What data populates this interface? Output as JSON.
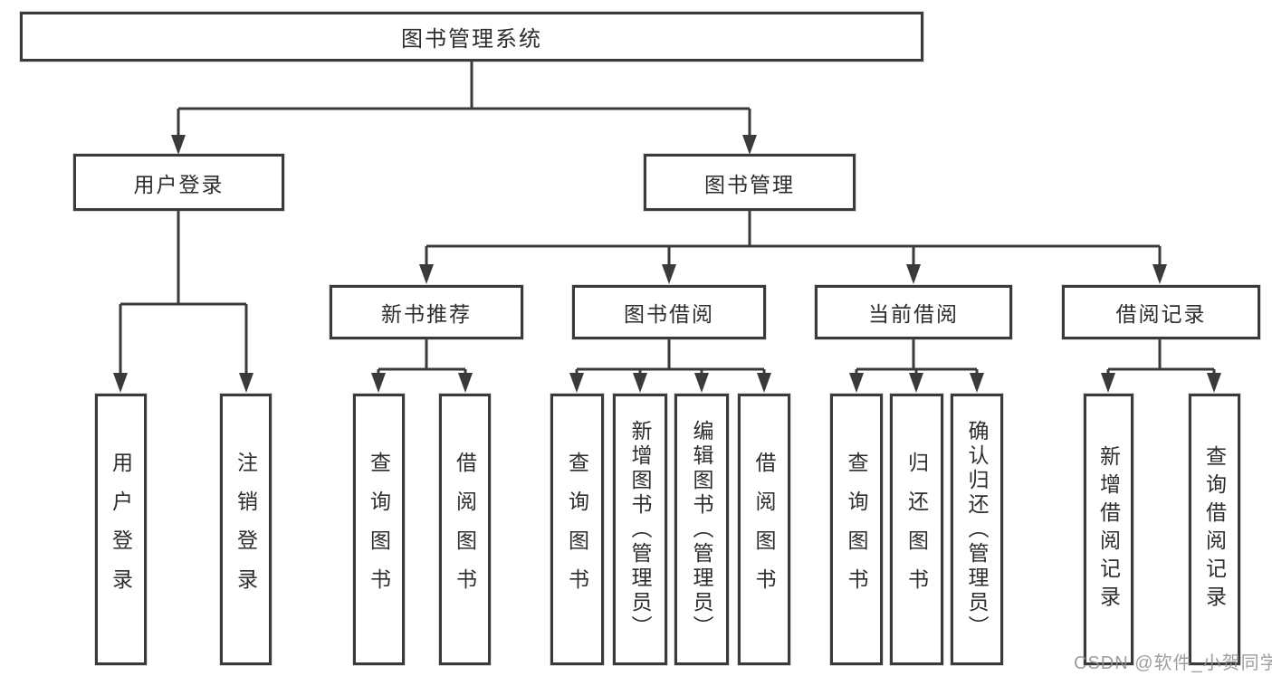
{
  "diagram_title": "图书管理系统",
  "tree": {
    "root": {
      "label": "图书管理系统",
      "children": [
        {
          "label": "用户登录",
          "children": [
            {
              "label": "用户登录"
            },
            {
              "label": "注销登录"
            }
          ]
        },
        {
          "label": "图书管理",
          "children": [
            {
              "label": "新书推荐",
              "children": [
                {
                  "label": "查询图书"
                },
                {
                  "label": "借阅图书"
                }
              ]
            },
            {
              "label": "图书借阅",
              "children": [
                {
                  "label": "查询图书"
                },
                {
                  "label": "新增图书（管理员）"
                },
                {
                  "label": "编辑图书（管理员）"
                },
                {
                  "label": "借阅图书"
                }
              ]
            },
            {
              "label": "当前借阅",
              "children": [
                {
                  "label": "查询图书"
                },
                {
                  "label": "归还图书"
                },
                {
                  "label": "确认归还（管理员）"
                }
              ]
            },
            {
              "label": "借阅记录",
              "children": [
                {
                  "label": "新增借阅记录"
                },
                {
                  "label": "查询借阅记录"
                }
              ]
            }
          ]
        }
      ]
    }
  },
  "watermark": {
    "text": "CSDN @软件_小贺同学"
  },
  "colors": {
    "line": "#3a3a3a",
    "text": "#2d2d2d",
    "background": "#ffffff",
    "watermark": "#919191"
  }
}
